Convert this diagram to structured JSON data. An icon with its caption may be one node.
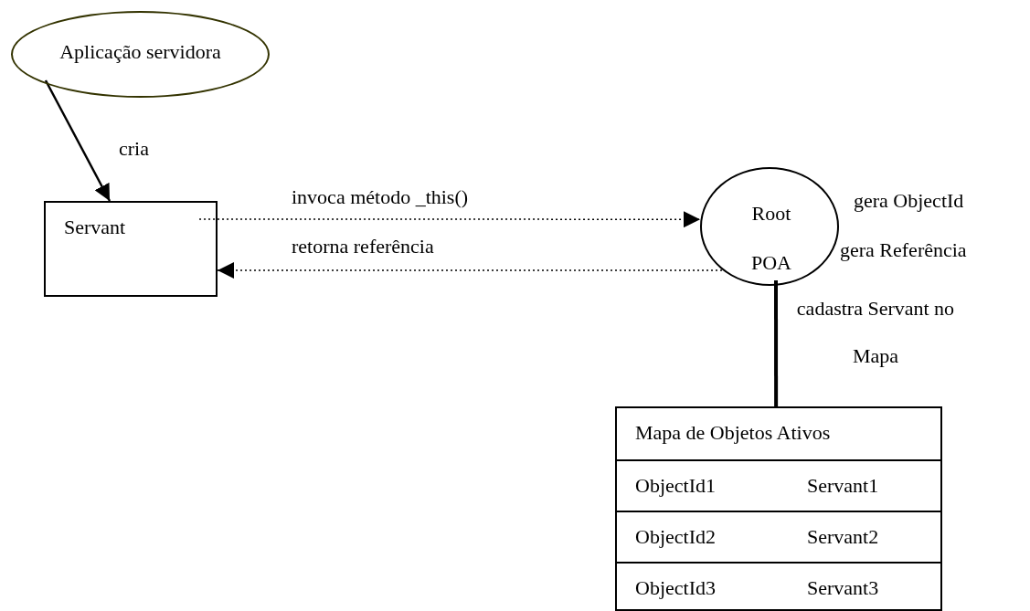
{
  "diagram": {
    "nodes": [
      {
        "text": [
          "Aplicação servidora"
        ]
      },
      {
        "text": [
          "Servant"
        ]
      },
      {
        "text": [
          "Root POA"
        ],
        "beside": [
          "gera ObjectId",
          "gera Referência"
        ]
      },
      {
        "text": [
          "Mapa de Objetos Ativos"
        ]
      },
      {
        "text": [
          "ObjectId1",
          "Servant1"
        ],
        "in": 3
      },
      {
        "text": [
          "ObjectId2",
          "Servant2"
        ],
        "in": 3
      },
      {
        "text": [
          "ObjectId3",
          "Servant3"
        ],
        "in": 3
      }
    ],
    "edges": [
      {
        "from": 0,
        "to": 1,
        "arrow": "to",
        "label": "cria"
      },
      {
        "from": 1,
        "to": 2,
        "arrow": "to",
        "label": "invoca método _this()",
        "style": "dashed"
      },
      {
        "from": 2,
        "to": 1,
        "arrow": "to",
        "label": "retorna referência",
        "style": "dashed"
      },
      {
        "from": 2,
        "to": 3,
        "arrow": "none",
        "label": "cadastra Servant no Mapa",
        "style": "thick"
      }
    ]
  }
}
